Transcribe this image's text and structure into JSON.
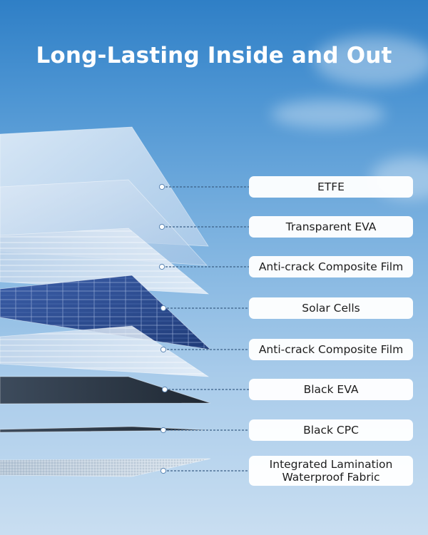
{
  "title": "Long-Lasting Inside and Out",
  "layers": [
    {
      "label": "ETFE",
      "material": "etfe"
    },
    {
      "label": "Transparent EVA",
      "material": "clear"
    },
    {
      "label": "Anti-crack Composite Film",
      "material": "film"
    },
    {
      "label": "Solar Cells",
      "material": "cells"
    },
    {
      "label": "Anti-crack Composite Film",
      "material": "film"
    },
    {
      "label": "Black EVA",
      "material": "dark"
    },
    {
      "label": "Black CPC",
      "material": "dark"
    },
    {
      "label": "Integrated Lamination Waterproof Fabric",
      "material": "fabric"
    }
  ],
  "colors": {
    "leader": "#3b5f86",
    "dot": "#ffffff",
    "cells": "#2a4d94"
  }
}
